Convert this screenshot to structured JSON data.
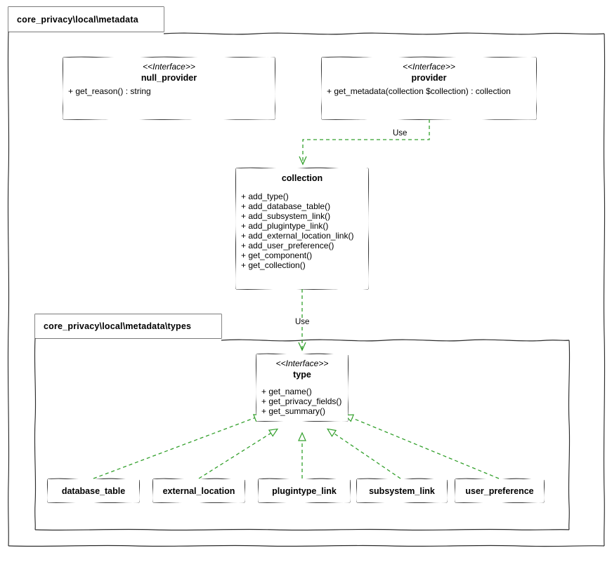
{
  "diagram": {
    "kind": "uml-class-diagram",
    "background_color": "#ffffff",
    "box_border_color": "#333333",
    "relation_color": "#33a02c",
    "text_color": "#000000"
  },
  "packages": {
    "outer": {
      "label": "core_privacy\\local\\metadata"
    },
    "inner": {
      "label": "core_privacy\\local\\metadata\\types"
    }
  },
  "classes": {
    "null_provider": {
      "stereotype": "<<Interface>>",
      "name": "null_provider",
      "members": [
        "+ get_reason() : string"
      ]
    },
    "provider": {
      "stereotype": "<<Interface>>",
      "name": "provider",
      "members": [
        "+ get_metadata(collection $collection) : collection"
      ]
    },
    "collection": {
      "stereotype": "",
      "name": "collection",
      "members": [
        "+ add_type()",
        "+ add_database_table()",
        "+ add_subsystem_link()",
        "+ add_plugintype_link()",
        "+ add_external_location_link()",
        "+ add_user_preference()",
        "+ get_component()",
        "+ get_collection()"
      ]
    },
    "type": {
      "stereotype": "<<Interface>>",
      "name": "type",
      "members": [
        "+ get_name()",
        "+ get_privacy_fields()",
        "+ get_summary()"
      ]
    },
    "database_table": {
      "name": "database_table"
    },
    "external_location": {
      "name": "external_location"
    },
    "plugintype_link": {
      "name": "plugintype_link"
    },
    "subsystem_link": {
      "name": "subsystem_link"
    },
    "user_preference": {
      "name": "user_preference"
    }
  },
  "relations": [
    {
      "id": "provider-uses-collection",
      "from": "provider",
      "to": "collection",
      "label": "Use",
      "style": "dashed-dependency"
    },
    {
      "id": "collection-uses-type",
      "from": "collection",
      "to": "type",
      "label": "Use",
      "style": "dashed-dependency"
    },
    {
      "id": "database_table-realizes-type",
      "from": "database_table",
      "to": "type",
      "label": "",
      "style": "dashed-realization"
    },
    {
      "id": "external_location-realizes-type",
      "from": "external_location",
      "to": "type",
      "label": "",
      "style": "dashed-realization"
    },
    {
      "id": "plugintype_link-realizes-type",
      "from": "plugintype_link",
      "to": "type",
      "label": "",
      "style": "dashed-realization"
    },
    {
      "id": "subsystem_link-realizes-type",
      "from": "subsystem_link",
      "to": "type",
      "label": "",
      "style": "dashed-realization"
    },
    {
      "id": "user_preference-realizes-type",
      "from": "user_preference",
      "to": "type",
      "label": "",
      "style": "dashed-realization"
    }
  ],
  "edge_labels": {
    "use_provider_collection": "Use",
    "use_collection_type": "Use"
  }
}
